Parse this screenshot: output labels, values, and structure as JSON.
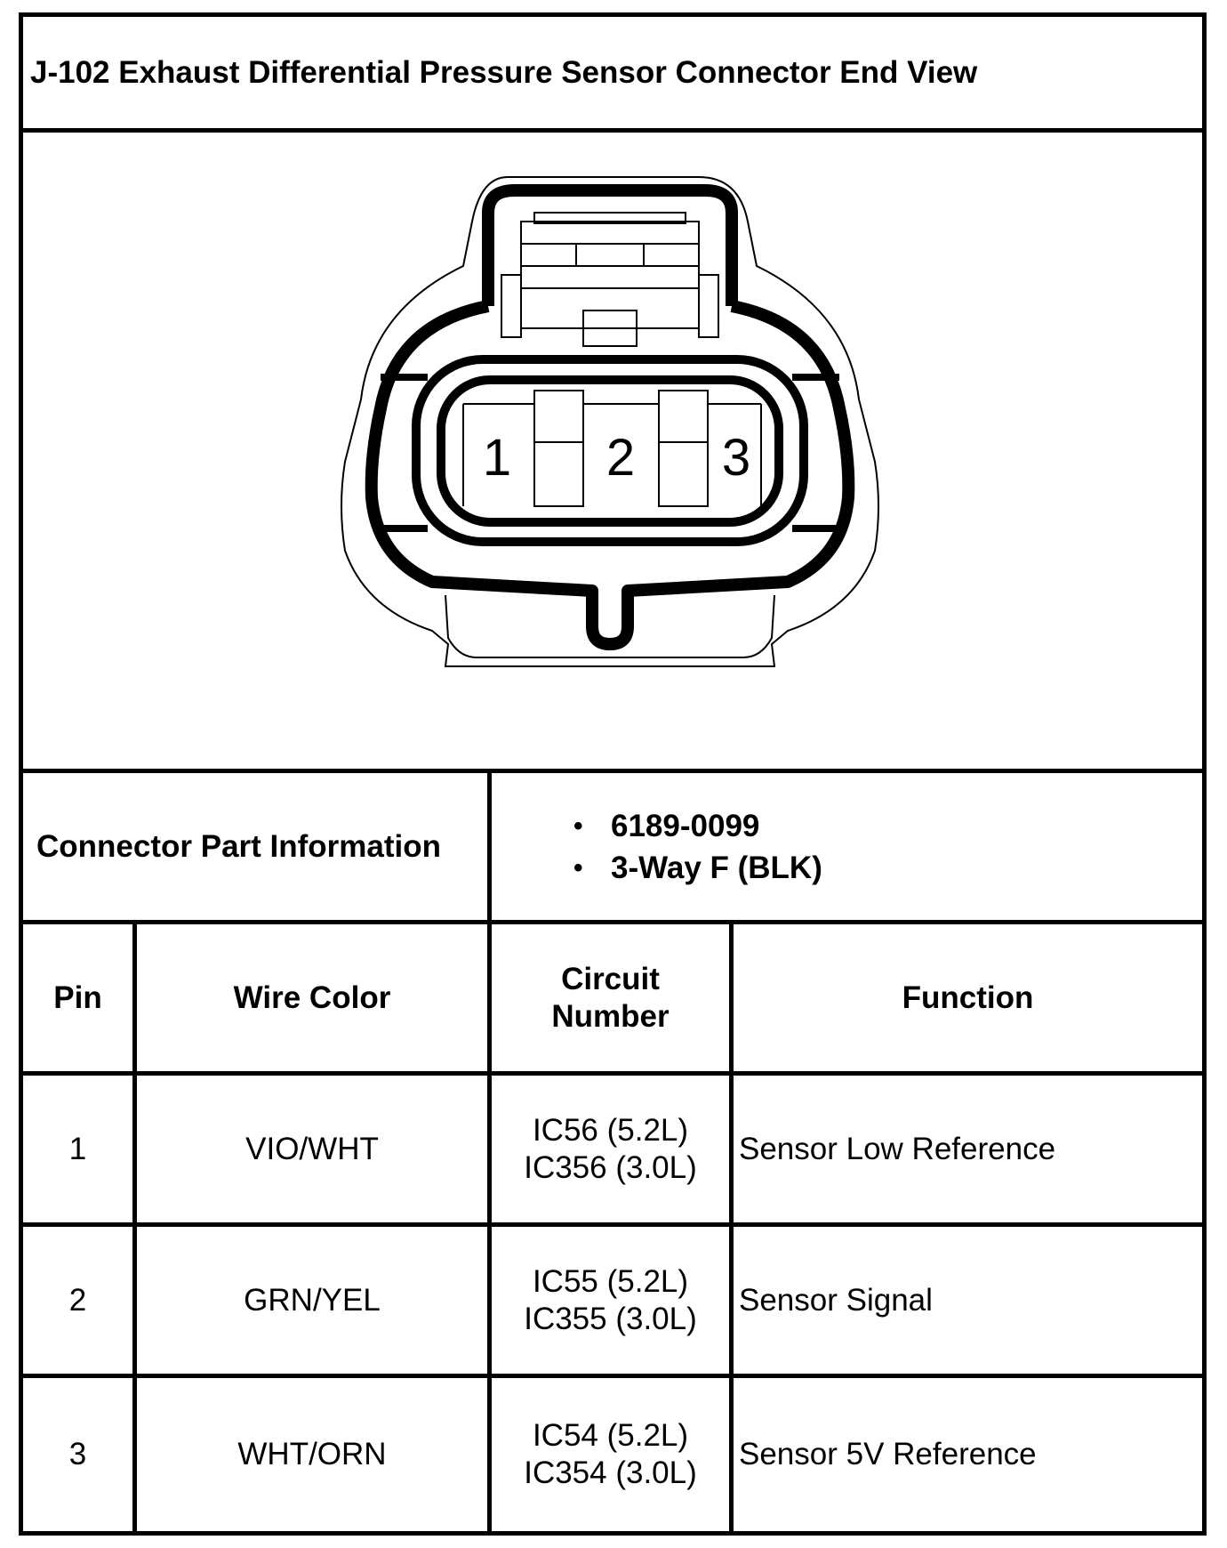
{
  "title": "J-102 Exhaust Differential Pressure Sensor Connector End View",
  "connector": {
    "pin_labels": [
      "1",
      "2",
      "3"
    ]
  },
  "part_info": {
    "label": "Connector Part Information",
    "items": [
      "6189-0099",
      "3-Way F (BLK)"
    ]
  },
  "table": {
    "headers": {
      "pin": "Pin",
      "wire_color": "Wire Color",
      "circuit_line1": "Circuit",
      "circuit_line2": "Number",
      "function": "Function"
    },
    "rows": [
      {
        "pin": "1",
        "wire_color": "VIO/WHT",
        "circuit": [
          "IC56 (5.2L)",
          "IC356 (3.0L)"
        ],
        "function": "Sensor Low Reference"
      },
      {
        "pin": "2",
        "wire_color": "GRN/YEL",
        "circuit": [
          "IC55 (5.2L)",
          "IC355 (3.0L)"
        ],
        "function": "Sensor Signal"
      },
      {
        "pin": "3",
        "wire_color": "WHT/ORN",
        "circuit": [
          "IC54 (5.2L)",
          "IC354 (3.0L)"
        ],
        "function": "Sensor 5V Reference"
      }
    ]
  }
}
